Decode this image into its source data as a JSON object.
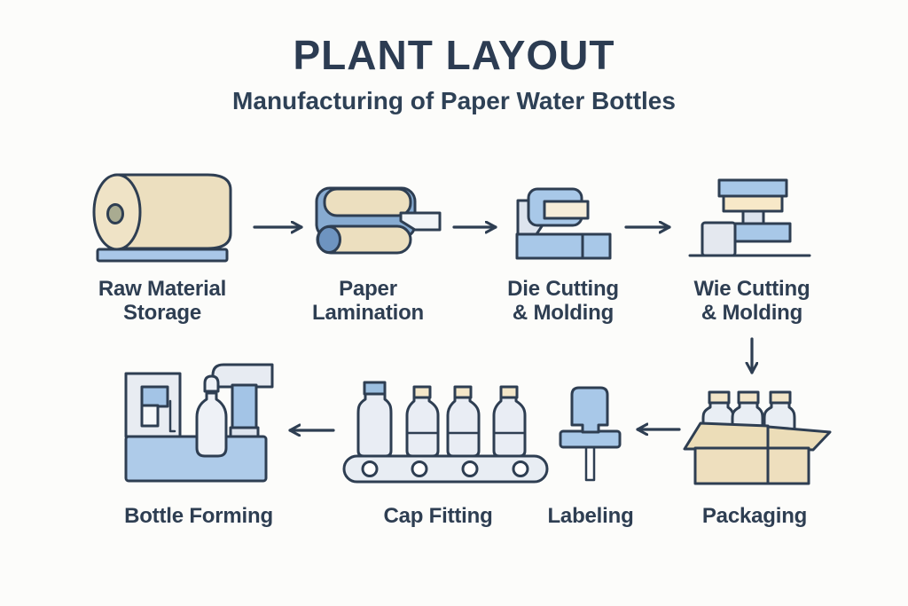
{
  "header": {
    "title": "PLANT LAYOUT",
    "subtitle": "Manufacturing of Paper Water Bottles"
  },
  "process": {
    "top_row": [
      {
        "name": "Raw Material Storage",
        "label_lines": [
          "Raw Material",
          "Storage"
        ],
        "icon": "paper-roll-icon"
      },
      {
        "name": "Paper Lamination",
        "label_lines": [
          "Paper",
          "Lamination"
        ],
        "icon": "lamination-rollers-icon"
      },
      {
        "name": "Die Cutting & Molding",
        "label_lines": [
          "Die Cutting",
          "& Molding"
        ],
        "icon": "die-press-icon"
      },
      {
        "name": "Wie Cutting & Molding",
        "label_lines": [
          "Wie Cutting",
          "& Molding"
        ],
        "icon": "stamping-press-icon"
      }
    ],
    "bottom_row": [
      {
        "name": "Bottle Forming",
        "label_lines": [
          "Bottle Forming"
        ],
        "icon": "bottle-forming-machine-icon"
      },
      {
        "name": "Cap Fitting",
        "label_lines": [
          "Cap Fitting"
        ],
        "icon": "conveyor-bottles-icon"
      },
      {
        "name": "Labeling",
        "label_lines": [
          "Labeling"
        ],
        "icon": "labeling-machine-icon"
      },
      {
        "name": "Packaging",
        "label_lines": [
          "Packaging"
        ],
        "icon": "packed-box-icon"
      }
    ],
    "flow": [
      "Raw Material Storage -> Paper Lamination",
      "Paper Lamination -> Die Cutting & Molding",
      "Die Cutting & Molding -> Wie Cutting & Molding",
      "Wie Cutting & Molding -> Packaging",
      "Packaging -> Labeling",
      "Cap Fitting -> Bottle Forming"
    ]
  },
  "colors": {
    "ink": "#2e3e52",
    "blue": "#a8c8e8",
    "medium_blue": "#87abd1",
    "dark_blue": "#6e94c0",
    "pale_blue_gray": "#dde4ee",
    "bottle_gray": "#e9edf4",
    "beige": "#ecdfbf",
    "cream": "#f6edd9",
    "box_beige": "#ecddb8",
    "roll_core": "#a9ab91",
    "background": "#fcfcfa"
  }
}
